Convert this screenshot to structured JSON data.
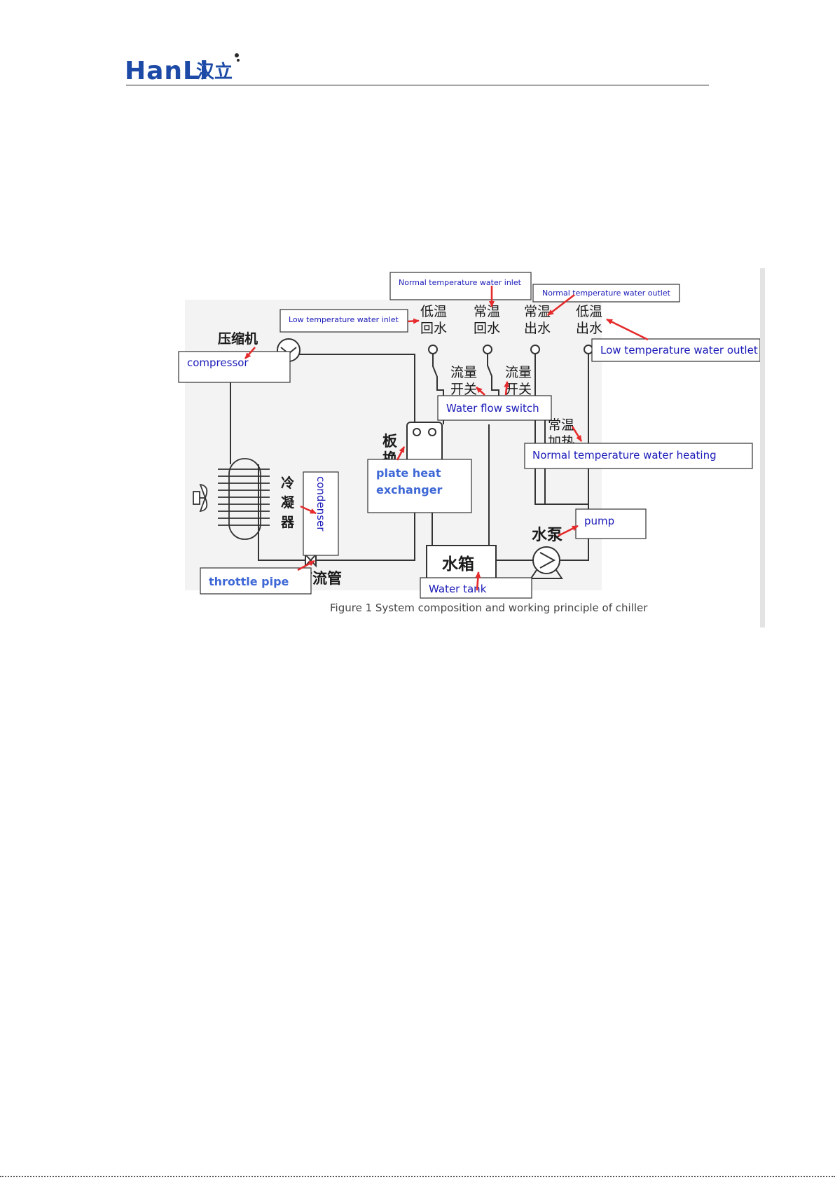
{
  "header": {
    "logo_latin": "HanLi",
    "logo_chinese": "汉立"
  },
  "diagram": {
    "chinese_labels": {
      "compressor": "压缩机",
      "low_return_1": "低温",
      "low_return_2": "回水",
      "normal_return_1": "常温",
      "normal_return_2": "回水",
      "normal_outlet_1": "常温",
      "normal_outlet_2": "出水",
      "low_outlet_1": "低温",
      "low_outlet_2": "出水",
      "flow_switch_a_1": "流量",
      "flow_switch_a_2": "开关",
      "flow_switch_b_1": "流量",
      "flow_switch_b_2": "开关",
      "plate_1": "板",
      "plate_2": "换",
      "heating_1": "常温",
      "heating_2": "加热",
      "condenser_1": "冷",
      "condenser_2": "凝",
      "condenser_3": "器",
      "throttle": "节流管",
      "tank": "水箱",
      "pump": "水泵"
    },
    "callouts": {
      "normal_water_inlet": "Normal  temperature water inlet",
      "normal_water_outlet": "Normal  temperature water outlet",
      "low_water_inlet": "Low temperature water inlet",
      "low_water_outlet": "Low temperature water outlet",
      "compressor": "compressor",
      "water_flow_switch": "Water flow switch",
      "normal_water_heating": "Normal temperature water heating",
      "plate_heat_exchanger_1": "plate heat",
      "plate_heat_exchanger_2": "exchanger",
      "condenser": "condenser",
      "pump": "pump",
      "throttle_pipe": "throttle pipe",
      "water_tank": "Water tank"
    },
    "caption": "Figure 1 System composition and working principle of chiller"
  },
  "colors": {
    "callout_text": "#1a1ab8",
    "callout_text_light": "#3e68d6",
    "arrow": "#e52b2b",
    "line": "#333333",
    "logo": "#1c4aa6"
  }
}
